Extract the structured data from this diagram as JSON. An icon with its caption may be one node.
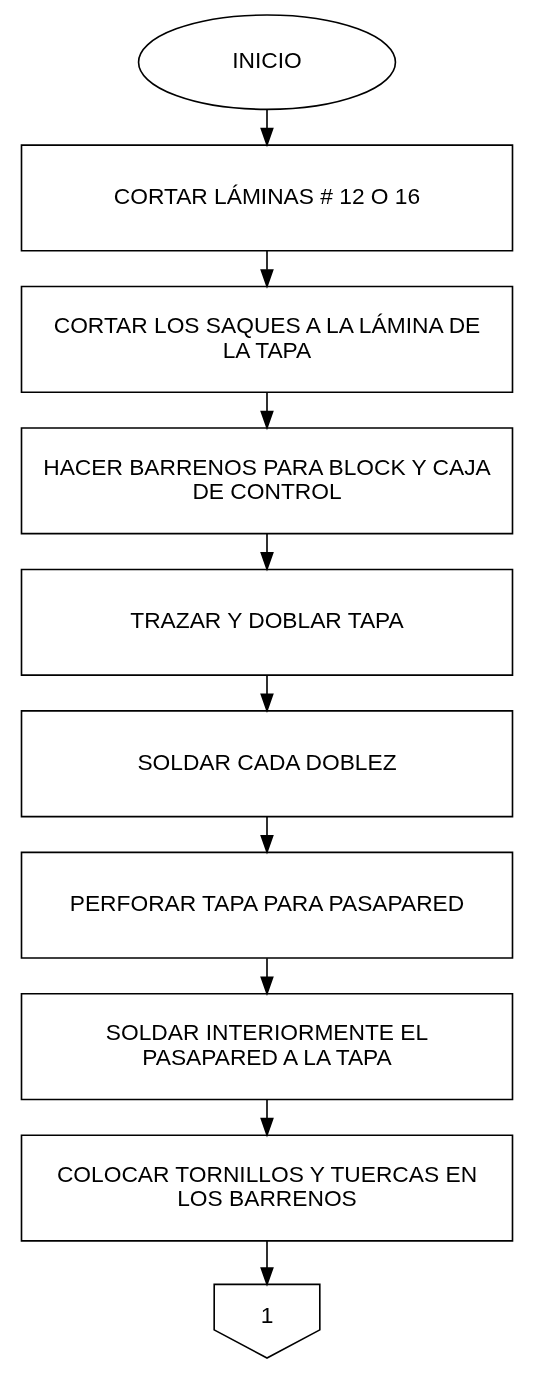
{
  "diagram": {
    "nodes": [
      {
        "text": [
          "INICIO"
        ]
      },
      {
        "text": [
          "CORTAR LÁMINAS # 12 O 16"
        ]
      },
      {
        "text": [
          "CORTAR LOS SAQUES A LA LÁMINA DE LA TAPA"
        ]
      },
      {
        "text": [
          "HACER BARRENOS PARA BLOCK Y CAJA DE CONTROL"
        ]
      },
      {
        "text": [
          "TRAZAR Y DOBLAR TAPA"
        ]
      },
      {
        "text": [
          "SOLDAR CADA DOBLEZ"
        ]
      },
      {
        "text": [
          "PERFORAR TAPA PARA PASAPARED"
        ]
      },
      {
        "text": [
          "SOLDAR INTERIORMENTE EL PASAPARED A LA TAPA"
        ]
      },
      {
        "text": [
          "COLOCAR TORNILLOS Y TUERCAS EN LOS BARRENOS"
        ]
      },
      {
        "text": [
          "1"
        ]
      }
    ],
    "edges": [
      {
        "from": 0,
        "to": 1,
        "arrow": "to"
      },
      {
        "from": 1,
        "to": 2,
        "arrow": "to"
      },
      {
        "from": 2,
        "to": 3,
        "arrow": "to"
      },
      {
        "from": 3,
        "to": 4,
        "arrow": "to"
      },
      {
        "from": 4,
        "to": 5,
        "arrow": "to"
      },
      {
        "from": 5,
        "to": 6,
        "arrow": "to"
      },
      {
        "from": 6,
        "to": 7,
        "arrow": "to"
      },
      {
        "from": 7,
        "to": 8,
        "arrow": "to"
      },
      {
        "from": 8,
        "to": 9,
        "arrow": "to"
      }
    ]
  }
}
